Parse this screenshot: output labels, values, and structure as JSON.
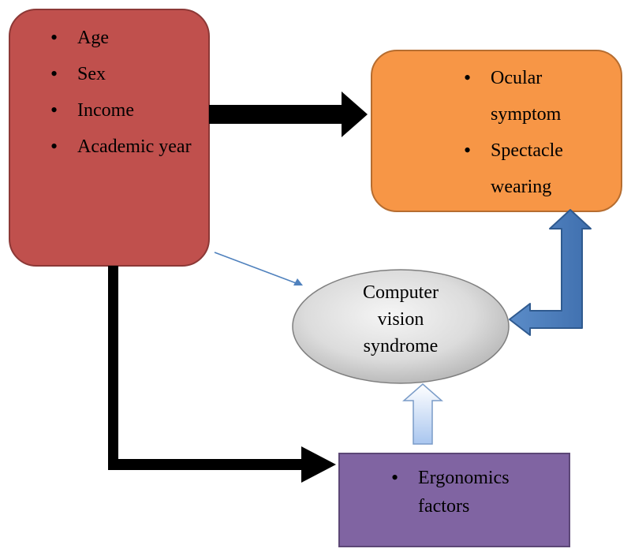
{
  "nodes": {
    "demographics": {
      "items": [
        "Age",
        "Sex",
        "Income",
        "Academic year"
      ],
      "color": "#c0504d"
    },
    "ocular": {
      "items": [
        "Ocular symptom",
        "Spectacle wearing"
      ],
      "color": "#f79646"
    },
    "cvs": {
      "label": "Computer vision syndrome",
      "color": "#d9d9d9"
    },
    "ergonomics": {
      "items": [
        "Ergonomics factors"
      ],
      "color": "#8064a2"
    }
  },
  "arrows": {
    "main_color": "#000000",
    "double_arrow_color": "#4f81bd",
    "up_arrow_color": "#c6d9f1",
    "thin_arrow_color": "#4f81bd"
  }
}
